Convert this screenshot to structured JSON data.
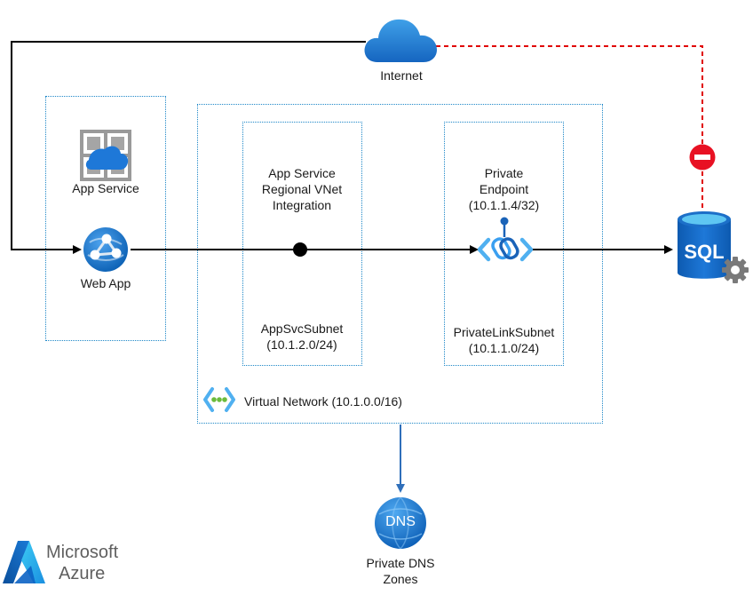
{
  "internet": {
    "label": "Internet"
  },
  "app_service": {
    "label": "App Service"
  },
  "web_app": {
    "label": "Web App"
  },
  "vnet_integration": {
    "label_line1": "App Service",
    "label_line2": "Regional VNet",
    "label_line3": "Integration"
  },
  "app_subnet": {
    "name": "AppSvcSubnet",
    "cidr": "(10.1.2.0/24)"
  },
  "private_endpoint": {
    "label_line1": "Private",
    "label_line2": "Endpoint",
    "cidr": "(10.1.1.4/32)"
  },
  "private_link_subnet": {
    "name": "PrivateLinkSubnet",
    "cidr": "(10.1.1.0/24)"
  },
  "virtual_network": {
    "label": "Virtual Network (10.1.0.0/16)"
  },
  "sql": {
    "label": "SQL"
  },
  "dns": {
    "icon_text": "DNS",
    "label_line1": "Private DNS",
    "label_line2": "Zones"
  },
  "brand": {
    "line1": "Microsoft",
    "line2": "Azure"
  },
  "colors": {
    "connector": "#000000",
    "blocked": "#e00000",
    "dns_arrow": "#2f6fba",
    "dotted_border": "#1f88c8",
    "azure_blue": "#0078d4"
  }
}
